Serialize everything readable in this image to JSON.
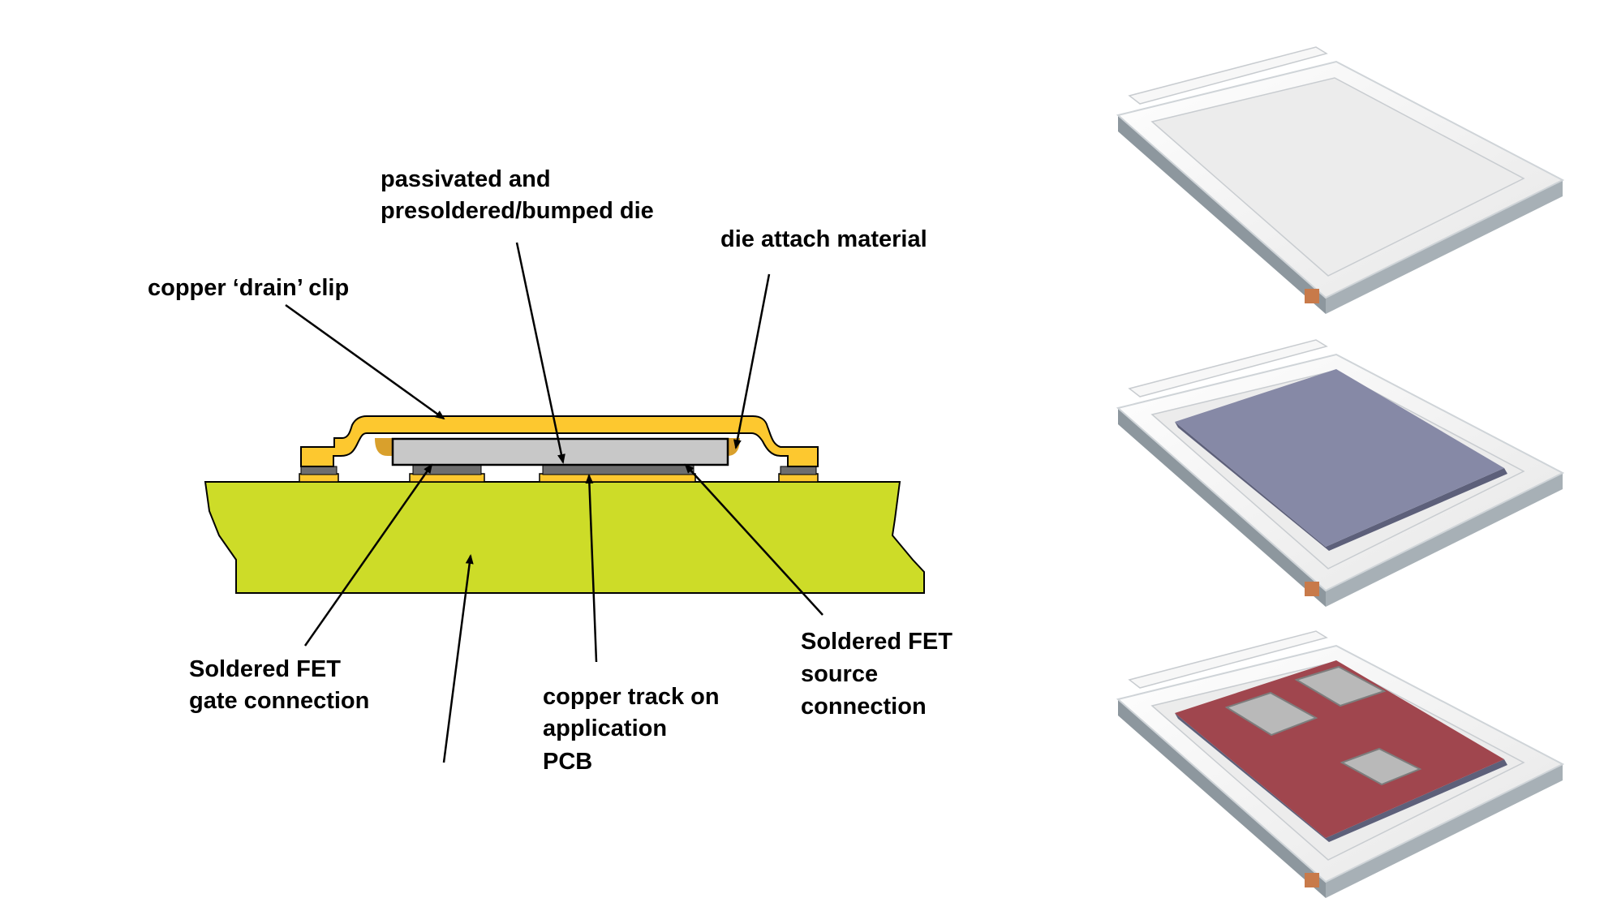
{
  "labels": {
    "die": [
      "passivated and",
      "presoldered/bumped die"
    ],
    "die_attach": "die attach material",
    "clip": "copper ‘drain’ clip",
    "gate": [
      "Soldered FET",
      "gate connection"
    ],
    "track": [
      "copper track on",
      "application",
      "PCB"
    ],
    "source": [
      "Soldered FET",
      "source",
      "connection"
    ]
  },
  "colors": {
    "pcb": "#cddc28",
    "copper_clip": "#fdc82f",
    "die_attach": "#d9a02c",
    "die": "#c8c8c8",
    "solder": "#6e6e6e",
    "package_body": "#f2f2f2",
    "package_side": "#9aa4ab",
    "die_blue": "#8689a6",
    "die_red": "#a0464e",
    "terminal": "#c87a4a"
  }
}
